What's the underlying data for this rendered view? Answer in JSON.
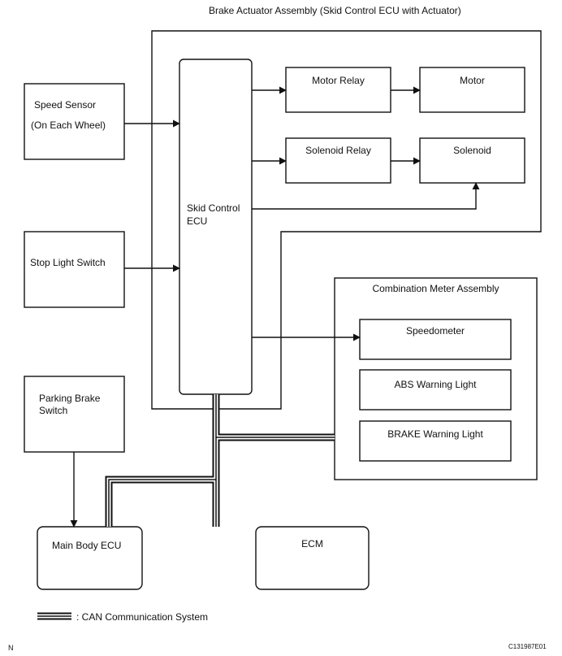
{
  "assembly_title": "Brake Actuator Assembly (Skid Control ECU with Actuator)",
  "speed_sensor": {
    "line1": "Speed Sensor",
    "line2": "(On Each Wheel)"
  },
  "stop_light_switch": "Stop Light Switch",
  "parking_brake_switch": {
    "line1": "Parking Brake",
    "line2": "Switch"
  },
  "skid_control_ecu": {
    "line1": "Skid Control",
    "line2": "ECU"
  },
  "motor_relay": "Motor Relay",
  "motor": "Motor",
  "solenoid_relay": "Solenoid Relay",
  "solenoid": "Solenoid",
  "combination_meter": {
    "title": "Combination Meter Assembly",
    "speedometer": "Speedometer",
    "abs_warning_light": "ABS Warning Light",
    "brake_warning_light": "BRAKE Warning Light"
  },
  "main_body_ecu": "Main Body ECU",
  "ecm": "ECM",
  "legend": {
    "text": ": CAN Communication System"
  },
  "corner_left": "N",
  "corner_right": "C131987E01",
  "colors": {
    "line": "#111111",
    "background": "#ffffff"
  }
}
